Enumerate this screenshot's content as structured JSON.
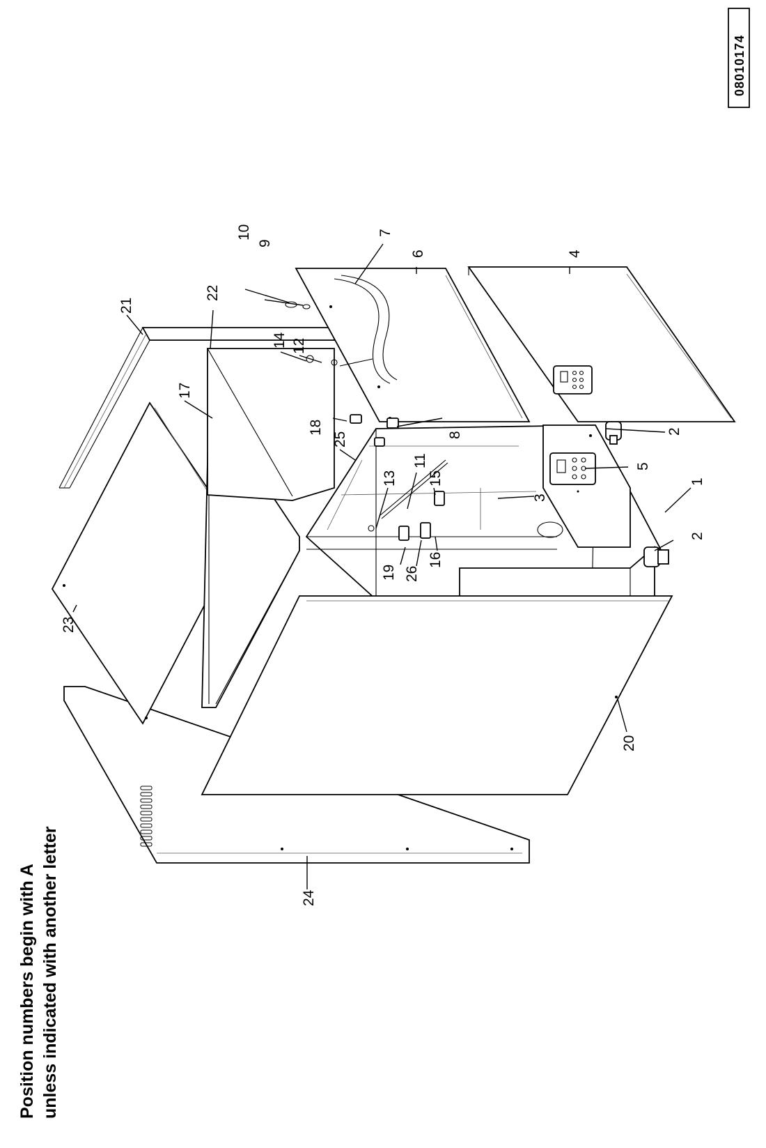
{
  "note": {
    "line1": "Position numbers begin with A",
    "line2": "unless indicated with another letter"
  },
  "drawing_number": "08010174",
  "callouts": [
    {
      "id": "p1",
      "label": "1"
    },
    {
      "id": "p2a",
      "label": "2"
    },
    {
      "id": "p2b",
      "label": "2"
    },
    {
      "id": "p3",
      "label": "3"
    },
    {
      "id": "p4",
      "label": "4"
    },
    {
      "id": "p5",
      "label": "5"
    },
    {
      "id": "p6",
      "label": "6"
    },
    {
      "id": "p7",
      "label": "7"
    },
    {
      "id": "p8",
      "label": "8"
    },
    {
      "id": "p9",
      "label": "9"
    },
    {
      "id": "p10",
      "label": "10"
    },
    {
      "id": "p11",
      "label": "11"
    },
    {
      "id": "p12",
      "label": "12"
    },
    {
      "id": "p13",
      "label": "13"
    },
    {
      "id": "p14",
      "label": "14"
    },
    {
      "id": "p15",
      "label": "15"
    },
    {
      "id": "p16",
      "label": "16"
    },
    {
      "id": "p17",
      "label": "17"
    },
    {
      "id": "p18",
      "label": "18"
    },
    {
      "id": "p19",
      "label": "19"
    },
    {
      "id": "p20",
      "label": "20"
    },
    {
      "id": "p21",
      "label": "21"
    },
    {
      "id": "p22",
      "label": "22"
    },
    {
      "id": "p23",
      "label": "23"
    },
    {
      "id": "p24",
      "label": "24"
    },
    {
      "id": "p25",
      "label": "25"
    },
    {
      "id": "p26",
      "label": "26"
    }
  ]
}
